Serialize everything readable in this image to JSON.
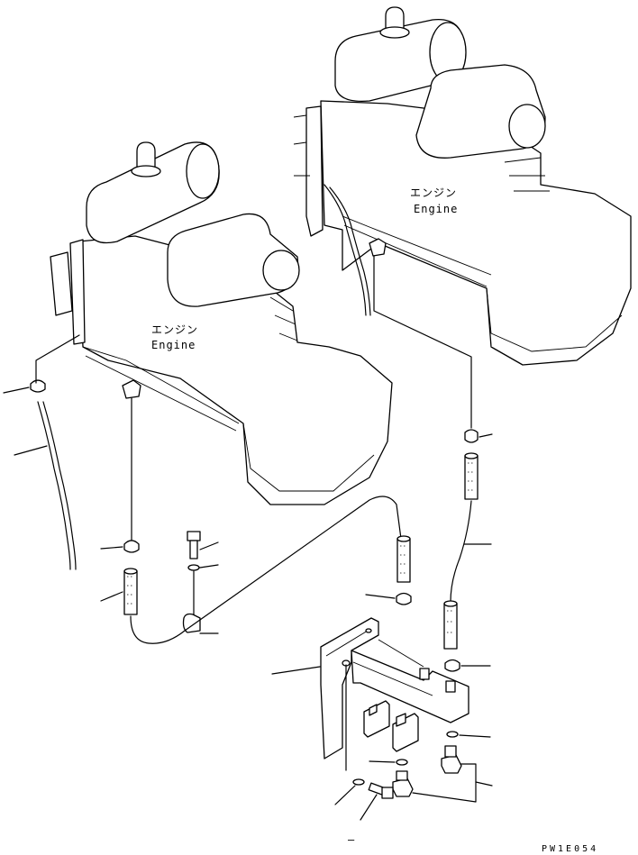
{
  "labels": {
    "engine_left_jp": "エンジン",
    "engine_left_en": "Engine",
    "engine_right_jp": "エンジン",
    "engine_right_en": "Engine"
  },
  "drawing_code": "PW1E054",
  "minus_mark": "–"
}
